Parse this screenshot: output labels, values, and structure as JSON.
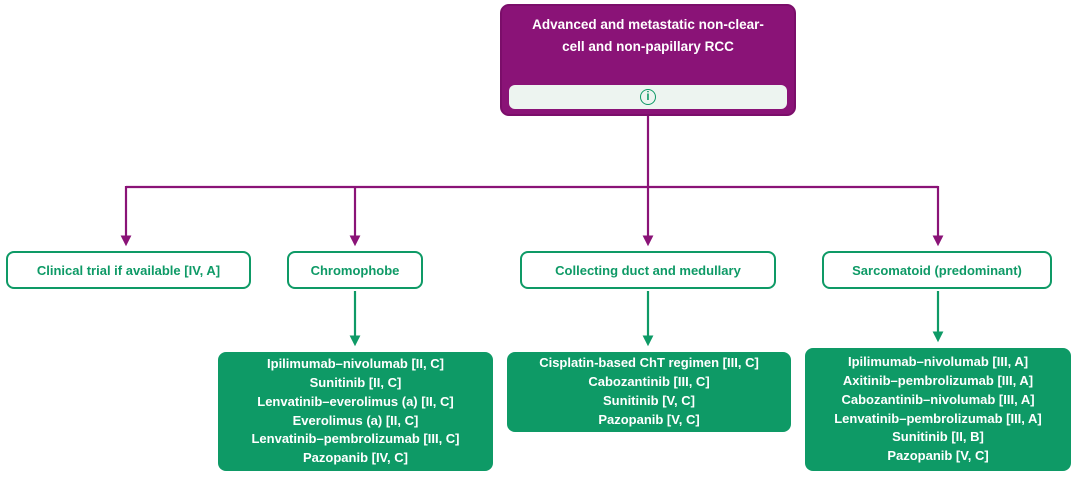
{
  "colors": {
    "purple": "#8A1377",
    "purple_dark": "#7B0E6A",
    "green": "#0E9A66",
    "info_strip_bg": "#EDF4F0",
    "text_on_dark": "#FFFFFF"
  },
  "icons": {
    "info": "i"
  },
  "root": {
    "title": "Advanced and metastatic non-clear-cell and non-papillary RCC"
  },
  "branches": [
    {
      "label": "Clinical trial if available [IV, A]",
      "treatments": []
    },
    {
      "label": "Chromophobe",
      "treatments": [
        "Ipilimumab–nivolumab [II, C]",
        "Sunitinib [II, C]",
        "Lenvatinib–everolimus (a) [II, C]",
        "Everolimus (a) [II, C]",
        "Lenvatinib–pembrolizumab [III, C]",
        "Pazopanib [IV, C]"
      ]
    },
    {
      "label": "Collecting duct and medullary",
      "treatments": [
        "Cisplatin-based ChT regimen [III, C]",
        "Cabozantinib [III, C]",
        "Sunitinib [V, C]",
        "Pazopanib [V, C]"
      ]
    },
    {
      "label": "Sarcomatoid (predominant)",
      "treatments": [
        "Ipilimumab–nivolumab [III, A]",
        "Axitinib–pembrolizumab [III, A]",
        "Cabozantinib–nivolumab [III, A]",
        "Lenvatinib–pembrolizumab [III, A]",
        "Sunitinib [II, B]",
        "Pazopanib [V, C]"
      ]
    }
  ]
}
